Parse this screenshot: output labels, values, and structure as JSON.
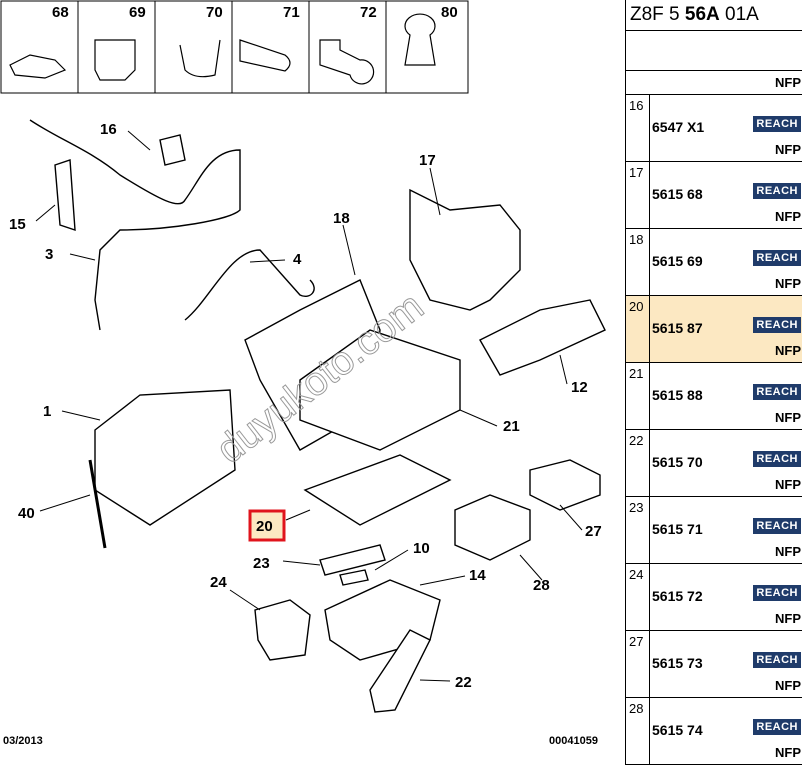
{
  "header": {
    "prefix": "Z8F 5 ",
    "bold": "56A",
    "suffix": " 01A"
  },
  "first_row_status": "NFP",
  "rows": [
    {
      "num": "16",
      "ref": "6547 X1",
      "badge": "REACH",
      "status": "NFP",
      "highlight": false
    },
    {
      "num": "17",
      "ref": "5615 68",
      "badge": "REACH",
      "status": "NFP",
      "highlight": false
    },
    {
      "num": "18",
      "ref": "5615 69",
      "badge": "REACH",
      "status": "NFP",
      "highlight": false
    },
    {
      "num": "20",
      "ref": "5615 87",
      "badge": "REACH",
      "status": "NFP",
      "highlight": true
    },
    {
      "num": "21",
      "ref": "5615 88",
      "badge": "REACH",
      "status": "NFP",
      "highlight": false
    },
    {
      "num": "22",
      "ref": "5615 70",
      "badge": "REACH",
      "status": "NFP",
      "highlight": false
    },
    {
      "num": "23",
      "ref": "5615 71",
      "badge": "REACH",
      "status": "NFP",
      "highlight": false
    },
    {
      "num": "24",
      "ref": "5615 72",
      "badge": "REACH",
      "status": "NFP",
      "highlight": false
    },
    {
      "num": "27",
      "ref": "5615 73",
      "badge": "REACH",
      "status": "NFP",
      "highlight": false
    },
    {
      "num": "28",
      "ref": "5615 74",
      "badge": "REACH",
      "status": "NFP",
      "highlight": false
    }
  ],
  "diagram": {
    "top_boxes": [
      "68",
      "69",
      "70",
      "71",
      "72",
      "80"
    ],
    "callouts": [
      "16",
      "15",
      "3",
      "4",
      "17",
      "18",
      "12",
      "1",
      "21",
      "40",
      "20",
      "10",
      "23",
      "27",
      "14",
      "28",
      "24",
      "22"
    ],
    "highlight_callout": "20",
    "watermark": "duyukoto.com",
    "footer_left": "03/2013",
    "footer_right": "00041059"
  },
  "colors": {
    "reach_badge": "#1f3b6a",
    "highlight_row": "#fce8c2",
    "highlight_box_border": "#e0141c",
    "highlight_box_fill": "#fce8c2"
  }
}
